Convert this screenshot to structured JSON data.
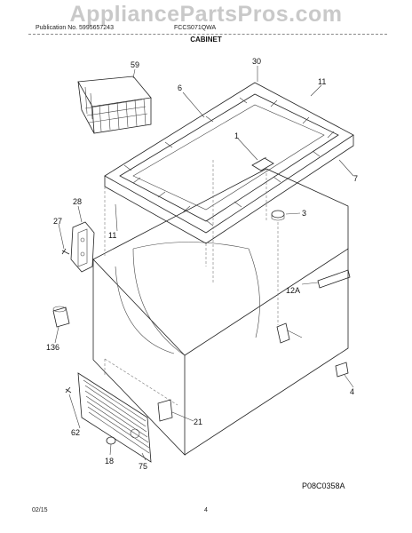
{
  "watermark": "AppliancePartsPros.com",
  "header": {
    "publication": "Publication No. 5995657243",
    "model": "FCCS071QWA",
    "section": "CABINET"
  },
  "callouts": {
    "c59": "59",
    "c30": "30",
    "c6": "6",
    "c11a": "11",
    "c1": "1",
    "c7": "7",
    "c28": "28",
    "c27": "27",
    "c11b": "11",
    "c3": "3",
    "c12a": "12A",
    "c136": "136",
    "c4": "4",
    "c21": "21",
    "c62": "62",
    "c18": "18",
    "c75": "75"
  },
  "figure_code": "P08C0358A",
  "footer": {
    "date": "02/15",
    "page": "4"
  }
}
